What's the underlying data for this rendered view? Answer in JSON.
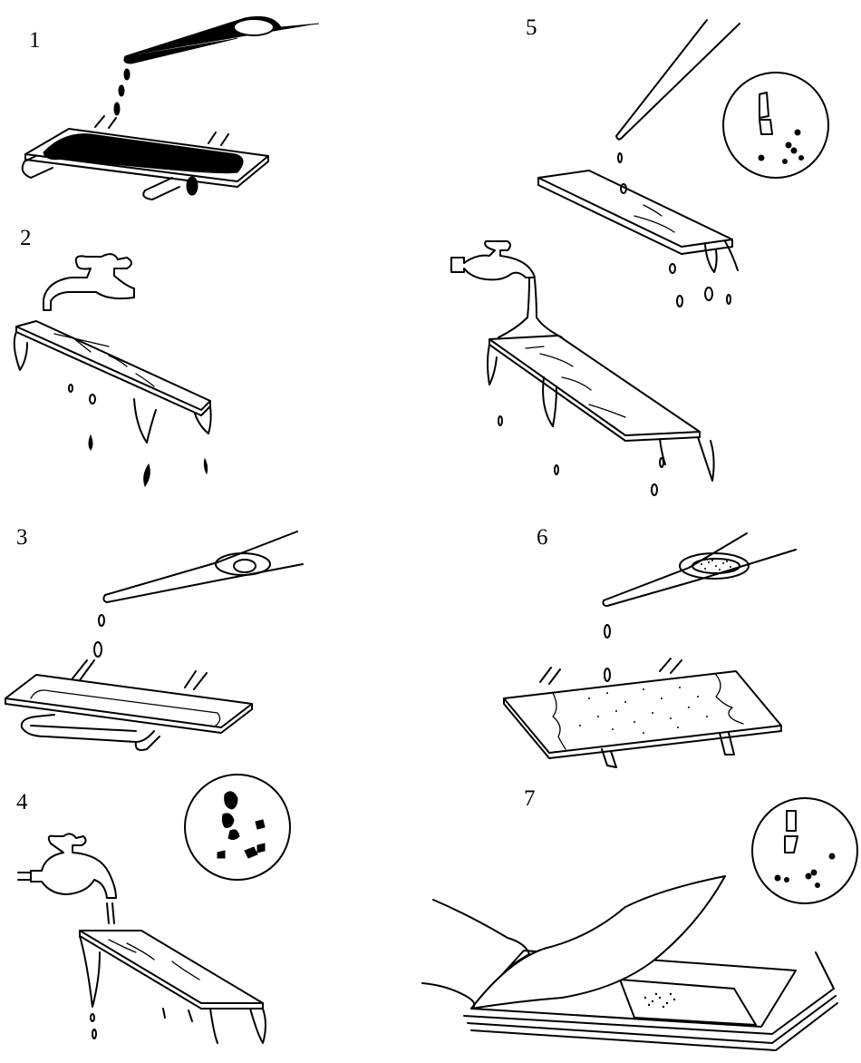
{
  "steps": [
    {
      "number": "1"
    },
    {
      "number": "2"
    },
    {
      "number": "3"
    },
    {
      "number": "4"
    },
    {
      "number": "5"
    },
    {
      "number": "6"
    },
    {
      "number": "7"
    }
  ]
}
